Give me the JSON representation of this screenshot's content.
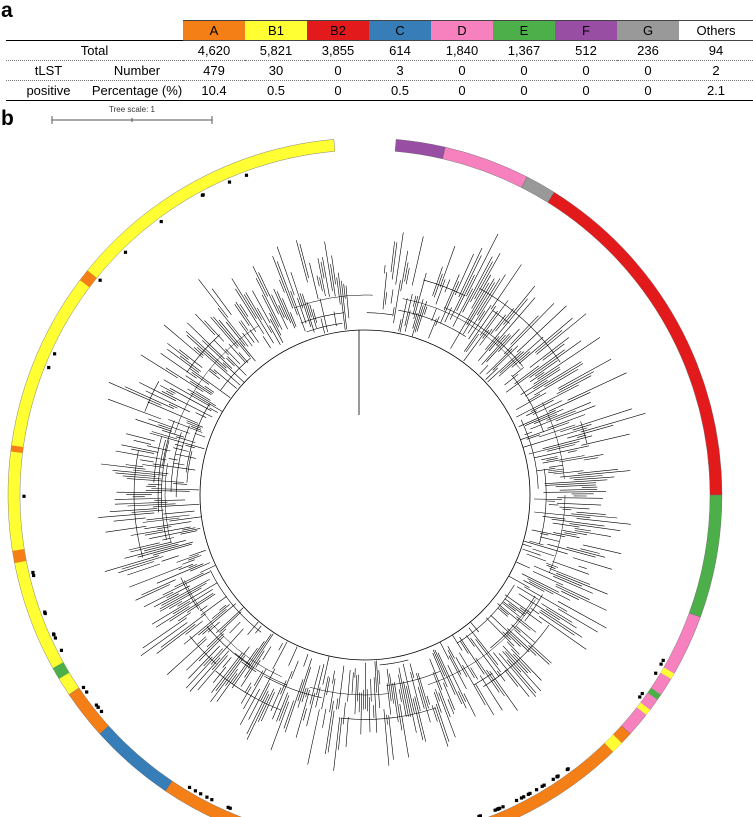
{
  "panels": {
    "a": "a",
    "b": "b"
  },
  "table": {
    "groups": [
      {
        "label": "A",
        "color": "#f57f17",
        "text_color": "#000000"
      },
      {
        "label": "B1",
        "color": "#ffff33",
        "text_color": "#000000"
      },
      {
        "label": "B2",
        "color": "#e31a1c",
        "text_color": "#000000"
      },
      {
        "label": "C",
        "color": "#377eb8",
        "text_color": "#000000"
      },
      {
        "label": "D",
        "color": "#f781bf",
        "text_color": "#000000"
      },
      {
        "label": "E",
        "color": "#4daf4a",
        "text_color": "#000000"
      },
      {
        "label": "F",
        "color": "#984ea3",
        "text_color": "#000000"
      },
      {
        "label": "G",
        "color": "#999999",
        "text_color": "#000000"
      },
      {
        "label": "Others",
        "color": "#ffffff",
        "text_color": "#000000"
      }
    ],
    "total_label": "Total",
    "total": [
      "4,620",
      "5,821",
      "3,855",
      "614",
      "1,840",
      "1,367",
      "512",
      "236",
      "94"
    ],
    "tlst_label_line1": "tLST",
    "tlst_label_line2": "positive",
    "number_label": "Number",
    "number": [
      "479",
      "30",
      "0",
      "3",
      "0",
      "0",
      "0",
      "0",
      "2"
    ],
    "pct_label": "Percentage (%)",
    "pct": [
      "10.4",
      "0.5",
      "0",
      "0.5",
      "0",
      "0",
      "0",
      "0",
      "2.1"
    ]
  },
  "tree": {
    "scale_label": "Tree scale: 1",
    "ring_segments": [
      {
        "group": "F",
        "start": 5,
        "end": 13
      },
      {
        "group": "D",
        "start": 13,
        "end": 27
      },
      {
        "group": "G",
        "start": 27,
        "end": 32
      },
      {
        "group": "B2",
        "start": 32,
        "end": 90
      },
      {
        "group": "E",
        "start": 90,
        "end": 110
      },
      {
        "group": "D",
        "start": 110,
        "end": 132
      },
      {
        "group": "A",
        "start": 132,
        "end": 214
      },
      {
        "group": "C",
        "start": 214,
        "end": 228
      },
      {
        "group": "A",
        "start": 228,
        "end": 236
      },
      {
        "group": "B1",
        "start": 236,
        "end": 355
      }
    ],
    "ring_inserts": [
      {
        "group": "A",
        "start": 307,
        "end": 309
      },
      {
        "group": "A",
        "start": 277,
        "end": 278
      },
      {
        "group": "A",
        "start": 259,
        "end": 261
      },
      {
        "group": "E",
        "start": 239,
        "end": 241
      },
      {
        "group": "B1",
        "start": 127,
        "end": 128
      },
      {
        "group": "E",
        "start": 124,
        "end": 125
      },
      {
        "group": "B1",
        "start": 120,
        "end": 121
      },
      {
        "group": "B1",
        "start": 134,
        "end": 136
      }
    ]
  }
}
